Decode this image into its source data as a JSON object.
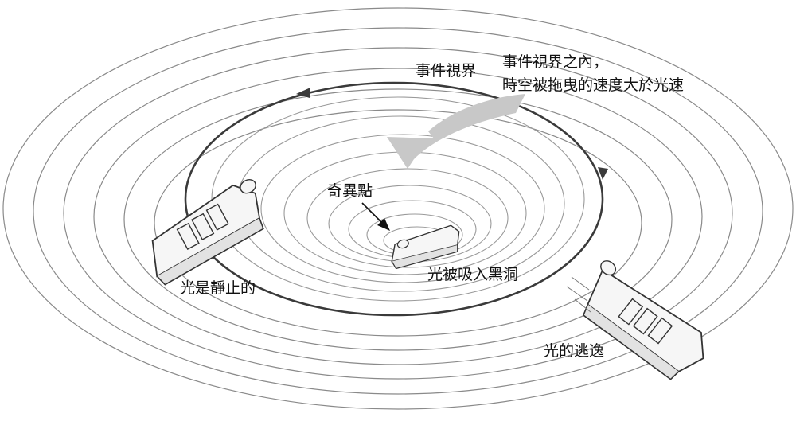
{
  "labels": {
    "event_horizon": "事件視界",
    "inside_line1": "事件視界之內，",
    "inside_line2": "時空被拖曳的速度大於光速",
    "singularity": "奇異點",
    "light_absorbed": "光被吸入黑洞",
    "light_static": "光是靜止的",
    "light_escape": "光的逃逸"
  },
  "colors": {
    "ripple": "#8a8a8a",
    "horizon": "#3a3a3a",
    "drag_arrow": "#c8c8c8",
    "boat_fill": "#f6f6f6",
    "boat_stroke": "#333333",
    "text": "#111111"
  },
  "icons": [
    "boat-icon",
    "curved-arrow-icon",
    "pointer-arrow-icon"
  ]
}
